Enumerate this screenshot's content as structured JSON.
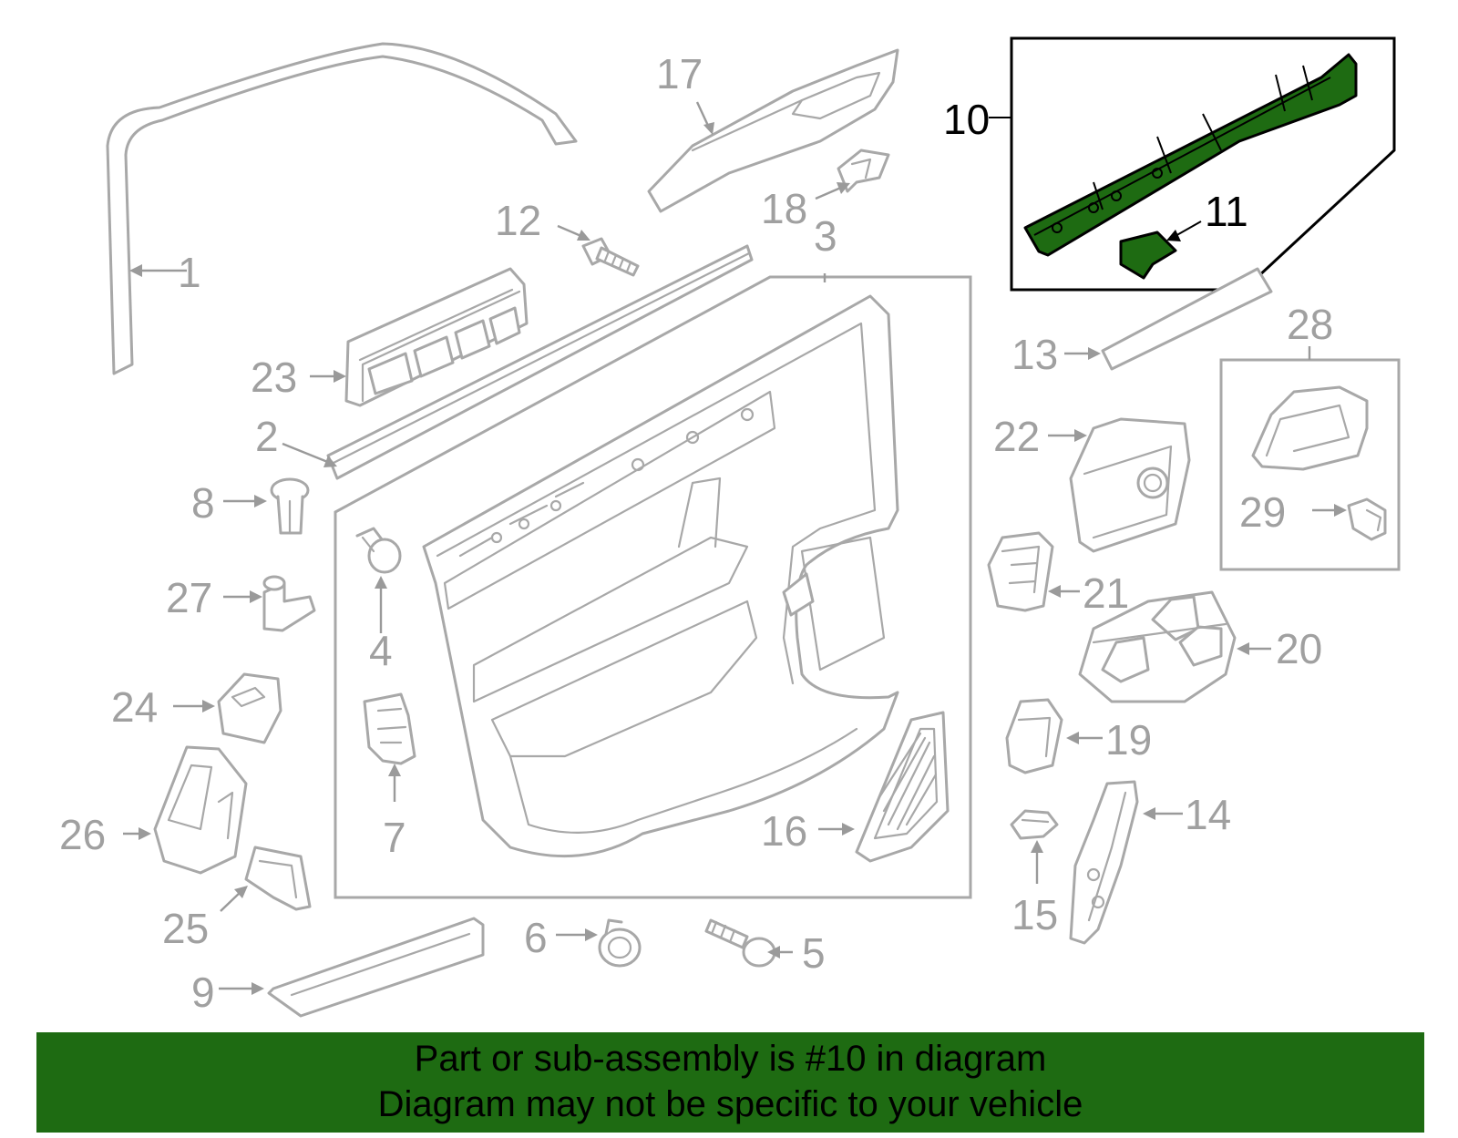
{
  "diagram": {
    "highlight_color": "#1e6b12",
    "callouts": [
      "1",
      "2",
      "3",
      "4",
      "5",
      "6",
      "7",
      "8",
      "9",
      "10",
      "11",
      "12",
      "13",
      "14",
      "15",
      "16",
      "17",
      "18",
      "19",
      "20",
      "21",
      "22",
      "23",
      "24",
      "25",
      "26",
      "27",
      "28",
      "29"
    ]
  },
  "banner": {
    "line1": "Part or sub-assembly is #10 in diagram",
    "line2": "Diagram may not be specific to your vehicle"
  }
}
